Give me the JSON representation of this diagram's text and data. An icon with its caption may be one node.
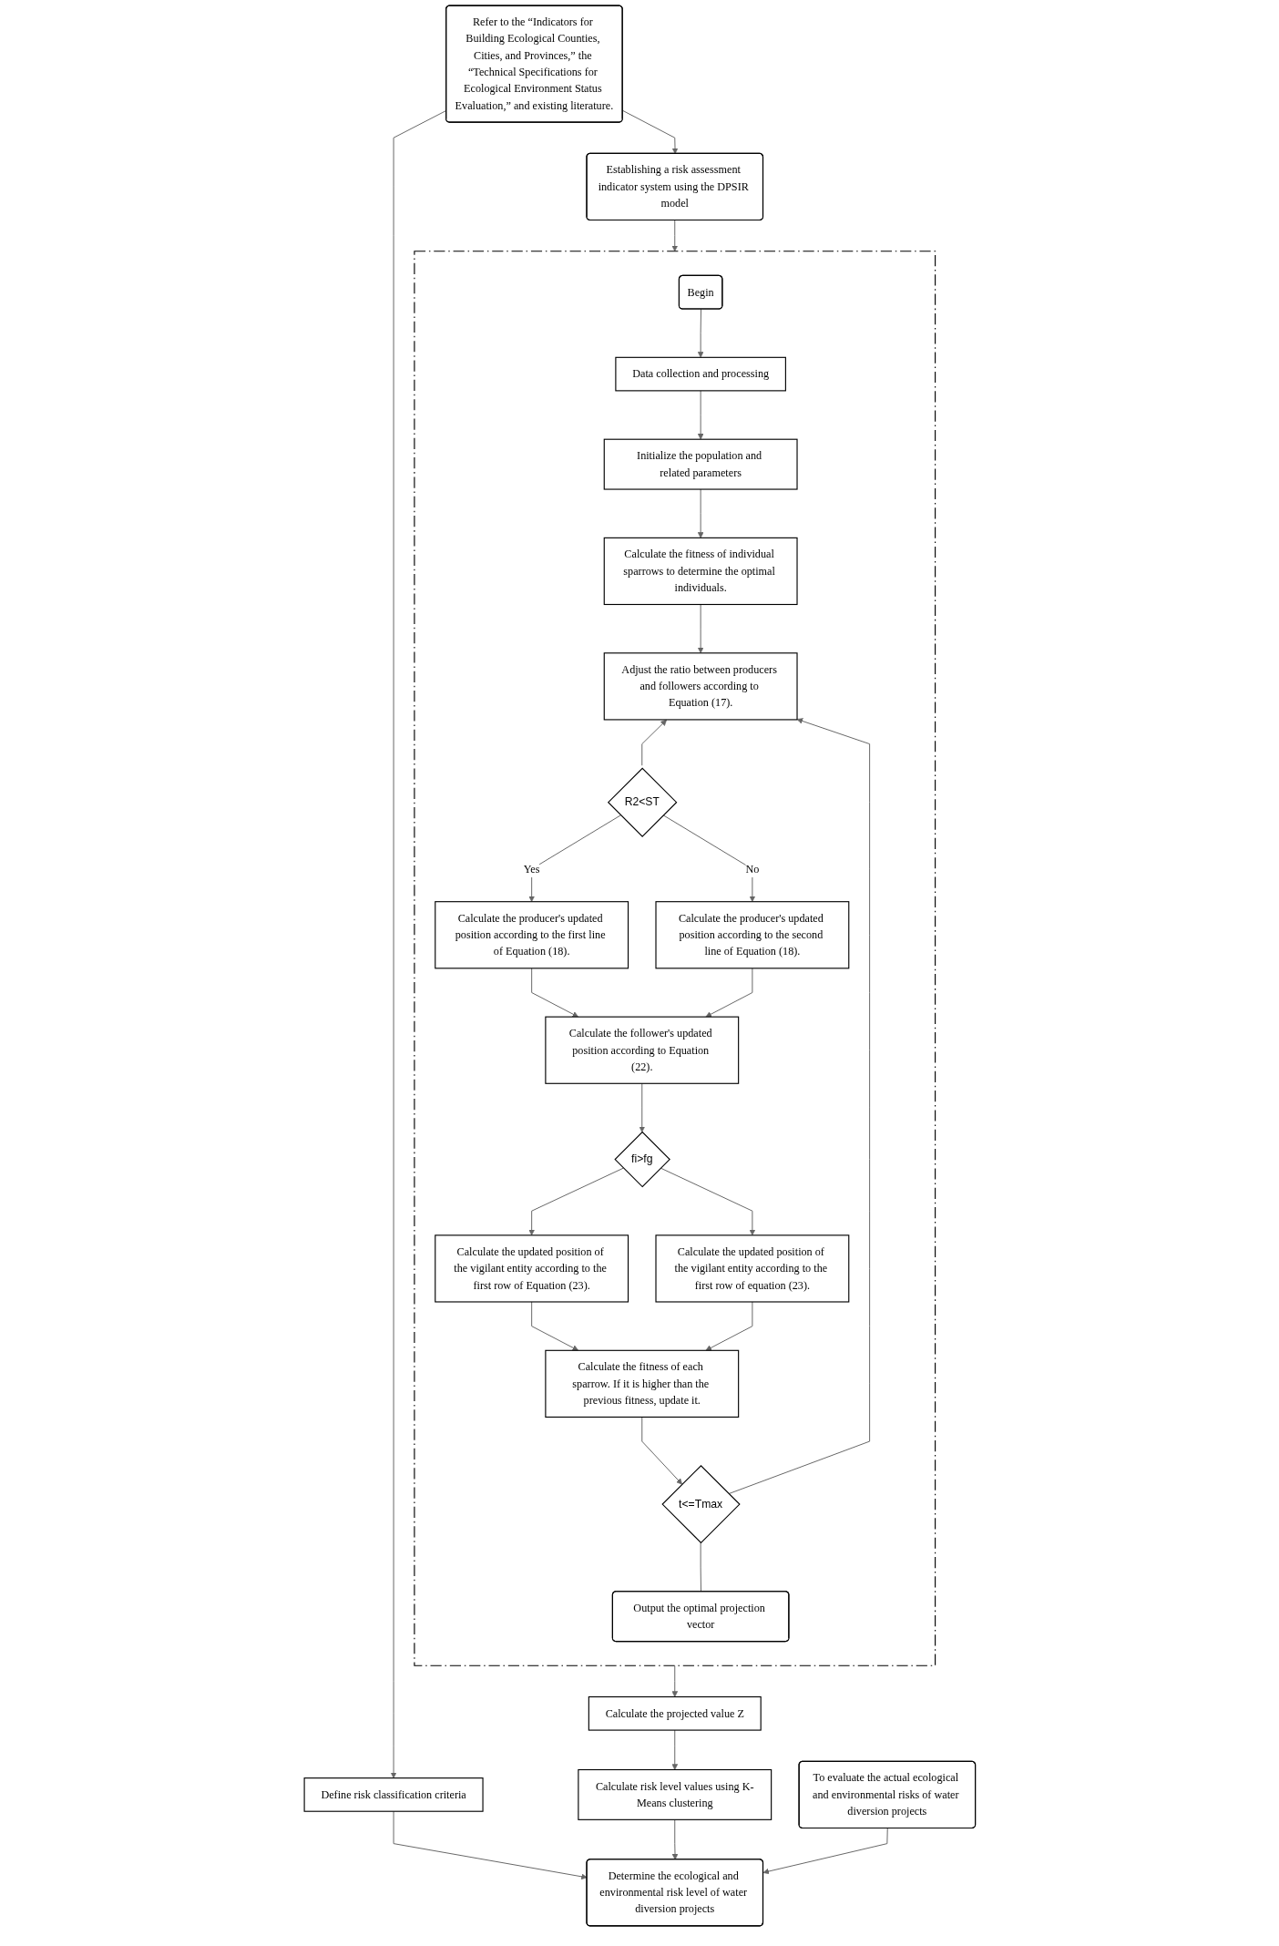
{
  "diagram": {
    "nodes": [
      {
        "text": [],
        "shape": "box"
      },
      {
        "text": [
          "Begin"
        ],
        "in": 0
      },
      {
        "text": [
          "Data collection and processing"
        ],
        "in": 0
      },
      {
        "text": [
          "Initialize the population and related parameters"
        ],
        "in": 0
      },
      {
        "text": [
          "Calculate the fitness of individual sparrows to determine the optimal individuals."
        ],
        "in": 0
      },
      {
        "text": [
          "Adjust the ratio between producers and followers according to Equation (17)."
        ],
        "in": 0
      },
      {
        "text": [
          "R2<ST"
        ],
        "in": 0
      },
      {
        "text": [
          "Calculate the producer's updated position according to the first line of Equation (18)."
        ],
        "in": 0
      },
      {
        "text": [
          "Calculate the producer's updated position according to the second line of Equation (18)."
        ],
        "in": 0
      },
      {
        "text": [
          "Calculate the follower's updated position according to Equation (22)."
        ],
        "in": 0
      },
      {
        "text": [
          "fi>fg"
        ],
        "in": 0
      },
      {
        "text": [
          "Calculate the updated position of the vigilant entity according to the first row of Equation (23)."
        ],
        "in": 0
      },
      {
        "text": [
          "Calculate the updated position of the vigilant entity according to the first row of equation (23)."
        ],
        "in": 0
      },
      {
        "text": [
          "Calculate the fitness of each sparrow. If it is higher than the previous fitness, update it."
        ],
        "in": 0
      },
      {
        "text": [
          "t<=Tmax"
        ],
        "in": 0
      },
      {
        "text": [
          "Output the optimal projection vector"
        ],
        "in": 0
      },
      {
        "text": [
          "Refer to the “Indicators for Building Ecological Counties, Cities, and Provinces,” the “Technical Specifications for Ecological Environment Status Evaluation,” and existing literature."
        ]
      },
      {
        "text": [
          "Establishing a risk assessment indicator system using the DPSIR model"
        ]
      },
      {
        "text": [
          "Calculate the projected value Z"
        ]
      },
      {
        "text": [
          "Define risk classification criteria"
        ]
      },
      {
        "text": [
          "Calculate risk level values using K-Means clustering"
        ]
      },
      {
        "text": [
          "To evaluate the actual ecological and environmental risks of water diversion projects"
        ]
      },
      {
        "text": [
          "Determine the ecological and environmental risk level of water diversion projects"
        ]
      }
    ],
    "edges": [
      {
        "from": 1,
        "to": 2,
        "arrow": "to"
      },
      {
        "from": 2,
        "to": 3,
        "arrow": "to"
      },
      {
        "from": 3,
        "to": 4,
        "arrow": "to"
      },
      {
        "from": 4,
        "to": 5,
        "arrow": "to"
      },
      {
        "from": 6,
        "to": 5,
        "arrow": "to"
      },
      {
        "from": 6,
        "to": 7,
        "arrow": "to",
        "label": "Yes"
      },
      {
        "from": 6,
        "to": 8,
        "arrow": "to",
        "label": "No"
      },
      {
        "from": 7,
        "to": 9,
        "arrow": "to"
      },
      {
        "from": 8,
        "to": 9,
        "arrow": "to"
      },
      {
        "from": 9,
        "to": 10,
        "arrow": "to"
      },
      {
        "from": 10,
        "to": 11,
        "arrow": "to"
      },
      {
        "from": 10,
        "to": 12,
        "arrow": "to"
      },
      {
        "from": 11,
        "to": 13,
        "arrow": "to"
      },
      {
        "from": 12,
        "to": 13,
        "arrow": "to"
      },
      {
        "from": 13,
        "to": 14,
        "arrow": "to"
      },
      {
        "from": 14,
        "to": 5,
        "arrow": "to"
      },
      {
        "from": 14,
        "to": 15,
        "arrow": "none"
      },
      {
        "from": 16,
        "to": 17,
        "arrow": "to"
      },
      {
        "from": 17,
        "to": 0,
        "arrow": "to"
      },
      {
        "from": 0,
        "to": 18,
        "arrow": "to"
      },
      {
        "from": 16,
        "to": 19,
        "arrow": "to"
      },
      {
        "from": 18,
        "to": 20,
        "arrow": "to"
      },
      {
        "from": 19,
        "to": 22,
        "arrow": "to"
      },
      {
        "from": 20,
        "to": 22,
        "arrow": "to"
      },
      {
        "from": 21,
        "to": 22,
        "arrow": "to"
      }
    ]
  }
}
